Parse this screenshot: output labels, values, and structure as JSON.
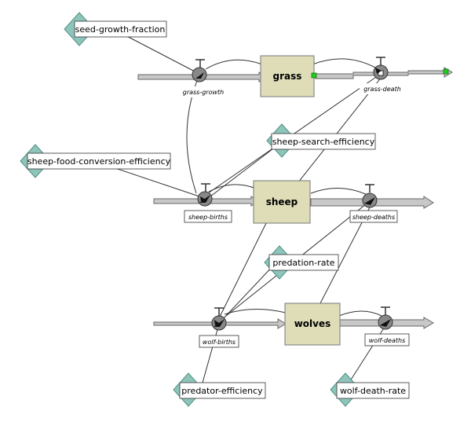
{
  "colors": {
    "stock_fill": "#deddb8",
    "stock_stroke": "#777777",
    "param_diamond": "#8ec5bb",
    "param_diamond_stroke": "#4f8f84",
    "valve_fill": "#888888",
    "pipe_fill": "#c8c8c8",
    "pipe_stroke": "#666666",
    "sink_marker": "#22cc22",
    "link_line": "#333333"
  },
  "stocks": {
    "grass": "grass",
    "sheep": "sheep",
    "wolves": "wolves"
  },
  "flows": {
    "grass_growth": "grass-growth",
    "grass_death": "grass-death",
    "sheep_births": "sheep-births",
    "sheep_deaths": "sheep-deaths",
    "wolf_births": "wolf-births",
    "wolf_deaths": "wolf-deaths"
  },
  "parameters": {
    "seed_growth_fraction": "seed-growth-fraction",
    "sheep_food_conversion_efficiency": "sheep-food-conversion-efficiency",
    "sheep_search_efficiency": "sheep-search-efficiency",
    "predation_rate": "predation-rate",
    "predator_efficiency": "predator-efficiency",
    "wolf_death_rate": "wolf-death-rate"
  }
}
